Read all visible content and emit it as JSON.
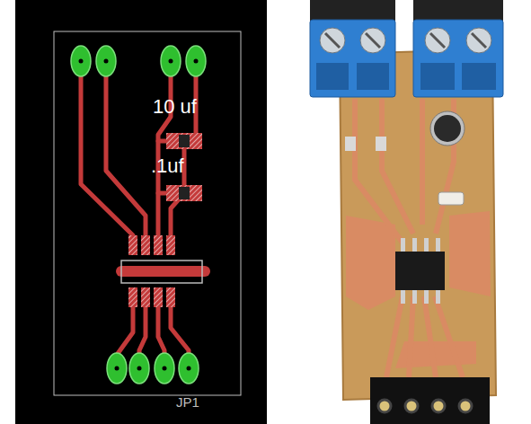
{
  "diagram": {
    "labels": [
      "10 uf",
      ".1uf",
      "JP1"
    ]
  }
}
